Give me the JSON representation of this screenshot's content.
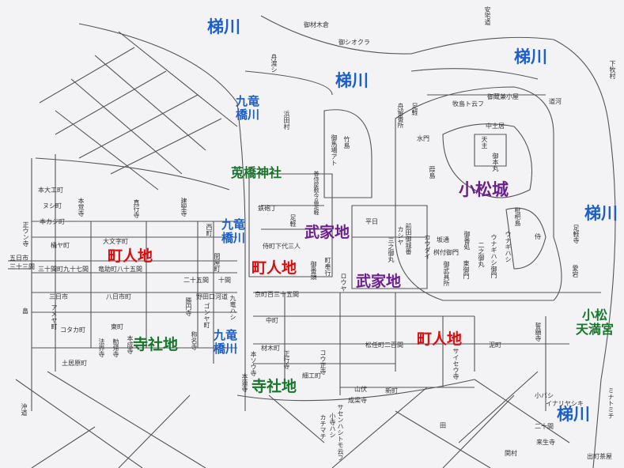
{
  "colors": {
    "river": "#1d5fc9",
    "townsman": "#e10a0a",
    "samurai": "#6b1f8c",
    "temple": "#17762a"
  },
  "rivers": {
    "kakehashi": "梯川",
    "kuryubashi_1": "九竜",
    "kuryubashi_2": "橋川"
  },
  "districts": {
    "chonin": "町人地",
    "buke": "武家地",
    "jisha": "寺社地"
  },
  "landmarks": {
    "castle": "小松城",
    "shrine": "莵橋神社",
    "tenmangu_1": "小松",
    "tenmangu_2": "天満宮"
  },
  "small_labels": [
    "本大工町",
    "ヌシ町",
    "本カジ町",
    "本覚寺",
    "真行寺",
    "建聖寺",
    "正ウン寺",
    "大文字町",
    "桶ヤ町",
    "五日市",
    "三十三間",
    "三十間町九十七間",
    "竜助町八十五間",
    "二十五間",
    "十間",
    "三日市",
    "八日市町",
    "東町",
    "アメヤ町",
    "コタカ町",
    "法界寺",
    "勧帰寺",
    "本成寺",
    "称名寺",
    "勝円寺",
    "西町",
    "問屋町",
    "野田口河道",
    "ゴンヤ町",
    "九竜ハシ",
    "畠",
    "土居原町",
    "鉄砲丁",
    "侍町下代三人",
    "足軽",
    "京町百三十五間",
    "中町",
    "材木町",
    "本ソウ寺",
    "正行寺",
    "細工町",
    "本蓮寺",
    "コウ正寺",
    "ロウヤ",
    "町奉行",
    "御番頭",
    "松任町二百間",
    "泥町",
    "サイセウ寺",
    "誓願寺",
    "山伏",
    "新町",
    "成梁寺",
    "サセンハシトモ云フ",
    "小寺ハシ",
    "カチマチ",
    "田",
    "小バシ",
    "イナリヤシキ",
    "二十間",
    "来生寺",
    "出町茶屋",
    "関村",
    "ミナトミチ",
    "沖道",
    "御材木倉",
    "御シオクラ",
    "安宅道",
    "下牧村",
    "舟渡シ",
    "浜田村",
    "竹島",
    "御馬場アト",
    "舟留番所",
    "水門",
    "足軽",
    "牧島ト云フ",
    "御蔵兼小屋",
    "道河",
    "中土居",
    "天主",
    "御本丸",
    "葭島",
    "平日",
    "前田御城番",
    "カシヤ",
    "三之御丸",
    "カウダイ",
    "坂通",
    "御番処",
    "二之御丸",
    "ウナギハシ御門",
    "ウナギハシ",
    "枇杷島",
    "侍",
    "東御門",
    "御武具所",
    "愛宕",
    "足軽寺",
    "桝付御門",
    "普侍屋敷今畠足軽",
    "西町"
  ]
}
